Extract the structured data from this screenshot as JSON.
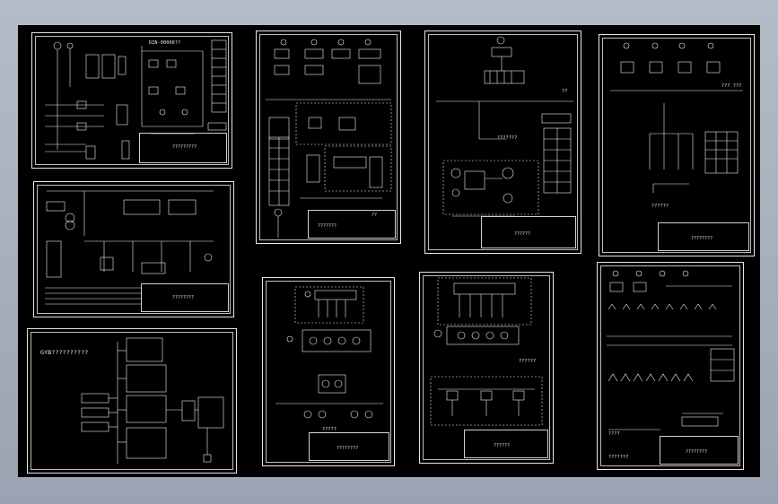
{
  "sheets": [
    {
      "id": "s1",
      "title": "?????????",
      "labels": [
        "??????",
        "DIN-00000??"
      ]
    },
    {
      "id": "s2",
      "title": "????????",
      "labels": []
    },
    {
      "id": "s3",
      "title": "???????",
      "labels": [
        "??",
        "?????????"
      ]
    },
    {
      "id": "s4",
      "title": "??????",
      "labels": [
        "??",
        "???????"
      ]
    },
    {
      "id": "s5",
      "title": "????????",
      "labels": [
        "GYB??????????"
      ]
    },
    {
      "id": "s6",
      "title": "????????",
      "labels": [
        "??????",
        "??? ???"
      ]
    },
    {
      "id": "s7",
      "title": "????????",
      "labels": [
        "?????",
        "??????????????"
      ]
    },
    {
      "id": "s8",
      "title": "??????",
      "labels": [
        "? ??",
        "??????"
      ]
    },
    {
      "id": "s9",
      "title": "????????",
      "labels": [
        "????",
        "????",
        "???????"
      ]
    }
  ],
  "colors": {
    "background": "#000000",
    "lines": "#f0f0f0",
    "frame": "#e6e6e6",
    "window": "#a5adba"
  }
}
